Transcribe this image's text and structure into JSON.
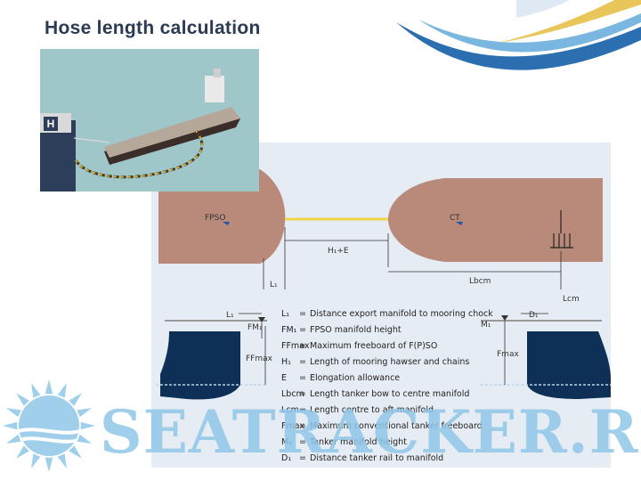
{
  "title": "Hose length calculation",
  "photo": {
    "terminal_letter": "H"
  },
  "diagram": {
    "top_labels": {
      "fpso": "FPSO",
      "ct": "CT",
      "h1e": "H₁+E",
      "l1": "L₁",
      "lbcm": "Lbcm",
      "lcm": "Lcm"
    },
    "side_labels": {
      "l1": "L₁",
      "fm1": "FM₁",
      "ffmax": "FFmax",
      "d1": "D₁",
      "m1": "M₁",
      "fmax": "Fmax"
    },
    "legend": [
      {
        "sym": "L₁",
        "eq": "=",
        "desc": "Distance export manifold to mooring chock"
      },
      {
        "sym": "FM₁",
        "eq": "=",
        "desc": "FPSO manifold height"
      },
      {
        "sym": "FFmax",
        "eq": "=",
        "desc": "Maximum freeboard of F(P)SO"
      },
      {
        "sym": "H₁",
        "eq": "=",
        "desc": "Length of mooring hawser and chains"
      },
      {
        "sym": "E",
        "eq": "=",
        "desc": "Elongation allowance"
      },
      {
        "sym": "Lbcm",
        "eq": "=",
        "desc": "Length tanker bow to centre manifold"
      },
      {
        "sym": "Lcm",
        "eq": "=",
        "desc": "Length centre to aft manifold"
      },
      {
        "sym": "Fmax",
        "eq": "=",
        "desc": "Maximum conventional tanker freeboard"
      },
      {
        "sym": "M₁",
        "eq": "=",
        "desc": "Tanker manifold height"
      },
      {
        "sym": "D₁",
        "eq": "=",
        "desc": "Distance tanker rail to manifold"
      }
    ]
  },
  "watermark": "SEATRACKER.RU",
  "colors": {
    "title": "#2b3a55",
    "hull_brown": "#b98a7a",
    "hull_navy": "#0e2f56",
    "hose": "#f2d44a",
    "watermark": "#8fc7e8"
  }
}
